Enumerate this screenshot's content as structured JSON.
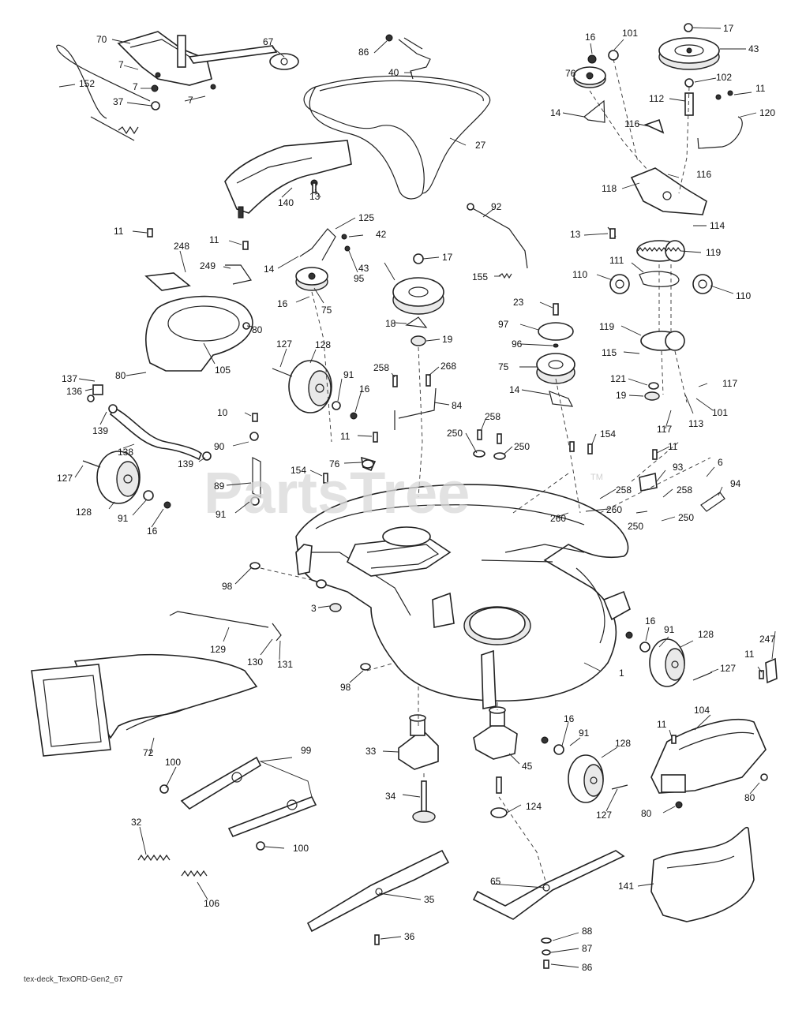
{
  "watermark": {
    "text": "PartsTree",
    "trademark": "TM"
  },
  "footer": "tex-deck_TexORD-Gen2_67",
  "callouts": {
    "c70": "70",
    "c67": "67",
    "c7a": "7",
    "c7b": "7",
    "c7c": "7",
    "c152": "152",
    "c37": "37",
    "c86a": "86",
    "c40": "40",
    "c27": "27",
    "c140": "140",
    "c16a": "16",
    "c101a": "101",
    "c17a": "17",
    "c43a": "43",
    "c76a": "76",
    "c102": "102",
    "c11a": "11",
    "c112": "112",
    "c120": "120",
    "c14a": "14",
    "c116a": "116",
    "c116b": "116",
    "c118": "118",
    "c114": "114",
    "c13a": "13",
    "c119a": "119",
    "c111": "111",
    "c110a": "110",
    "c110b": "110",
    "c92": "92",
    "c155": "155",
    "c13b": "13",
    "c125": "125",
    "c11b": "11",
    "c248": "248",
    "c11c": "11",
    "c42": "42",
    "c249": "249",
    "c14b": "14",
    "c95": "95",
    "c16b": "16",
    "c75a": "75",
    "c17b": "17",
    "c43b": "43",
    "c18": "18",
    "c19a": "19",
    "c23": "23",
    "c97": "97",
    "c96": "96",
    "c75b": "75",
    "c14c": "14",
    "c119b": "119",
    "c115": "115",
    "c121": "121",
    "c19b": "19",
    "c117a": "117",
    "c117b": "117",
    "c113": "113",
    "c101b": "101",
    "c105": "105",
    "c80a": "80",
    "c127a": "127",
    "c128a": "128",
    "c91a": "91",
    "c16c": "16",
    "c137": "137",
    "c80b": "80",
    "c136": "136",
    "c139a": "139",
    "c138": "138",
    "c139b": "139",
    "c258a": "258",
    "c268": "268",
    "c84": "84",
    "c258b": "258",
    "c250a": "250",
    "c250b": "250",
    "c11d": "11",
    "c10": "10",
    "c90": "90",
    "c89": "89",
    "c91b": "91",
    "c127b": "127",
    "c128b": "128",
    "c91c": "91",
    "c16d": "16",
    "c154a": "154",
    "c76b": "76",
    "c154b": "154",
    "c11e": "11",
    "c93": "93",
    "c6": "6",
    "c94": "94",
    "c258c": "258",
    "c260a": "260",
    "c258d": "258",
    "c260b": "260",
    "c250c": "250",
    "c250d": "250",
    "c98a": "98",
    "c3": "3",
    "c1": "1",
    "c129": "129",
    "c130": "130",
    "c131": "131",
    "c98b": "98",
    "c16e": "16",
    "c91d": "91",
    "c128c": "128",
    "c127c": "127",
    "c11f": "11",
    "c247": "247",
    "c72": "72",
    "c100a": "100",
    "c99": "99",
    "c33": "33",
    "c45": "45",
    "c16f": "16",
    "c91e": "91",
    "c128d": "128",
    "c104": "104",
    "c11g": "11",
    "c80c": "80",
    "c80d": "80",
    "c127d": "127",
    "c32": "32",
    "c100b": "100",
    "c34": "34",
    "c124": "124",
    "c106": "106",
    "c35": "35",
    "c65": "65",
    "c141": "141",
    "c36": "36",
    "c88": "88",
    "c87": "87",
    "c86b": "86"
  }
}
